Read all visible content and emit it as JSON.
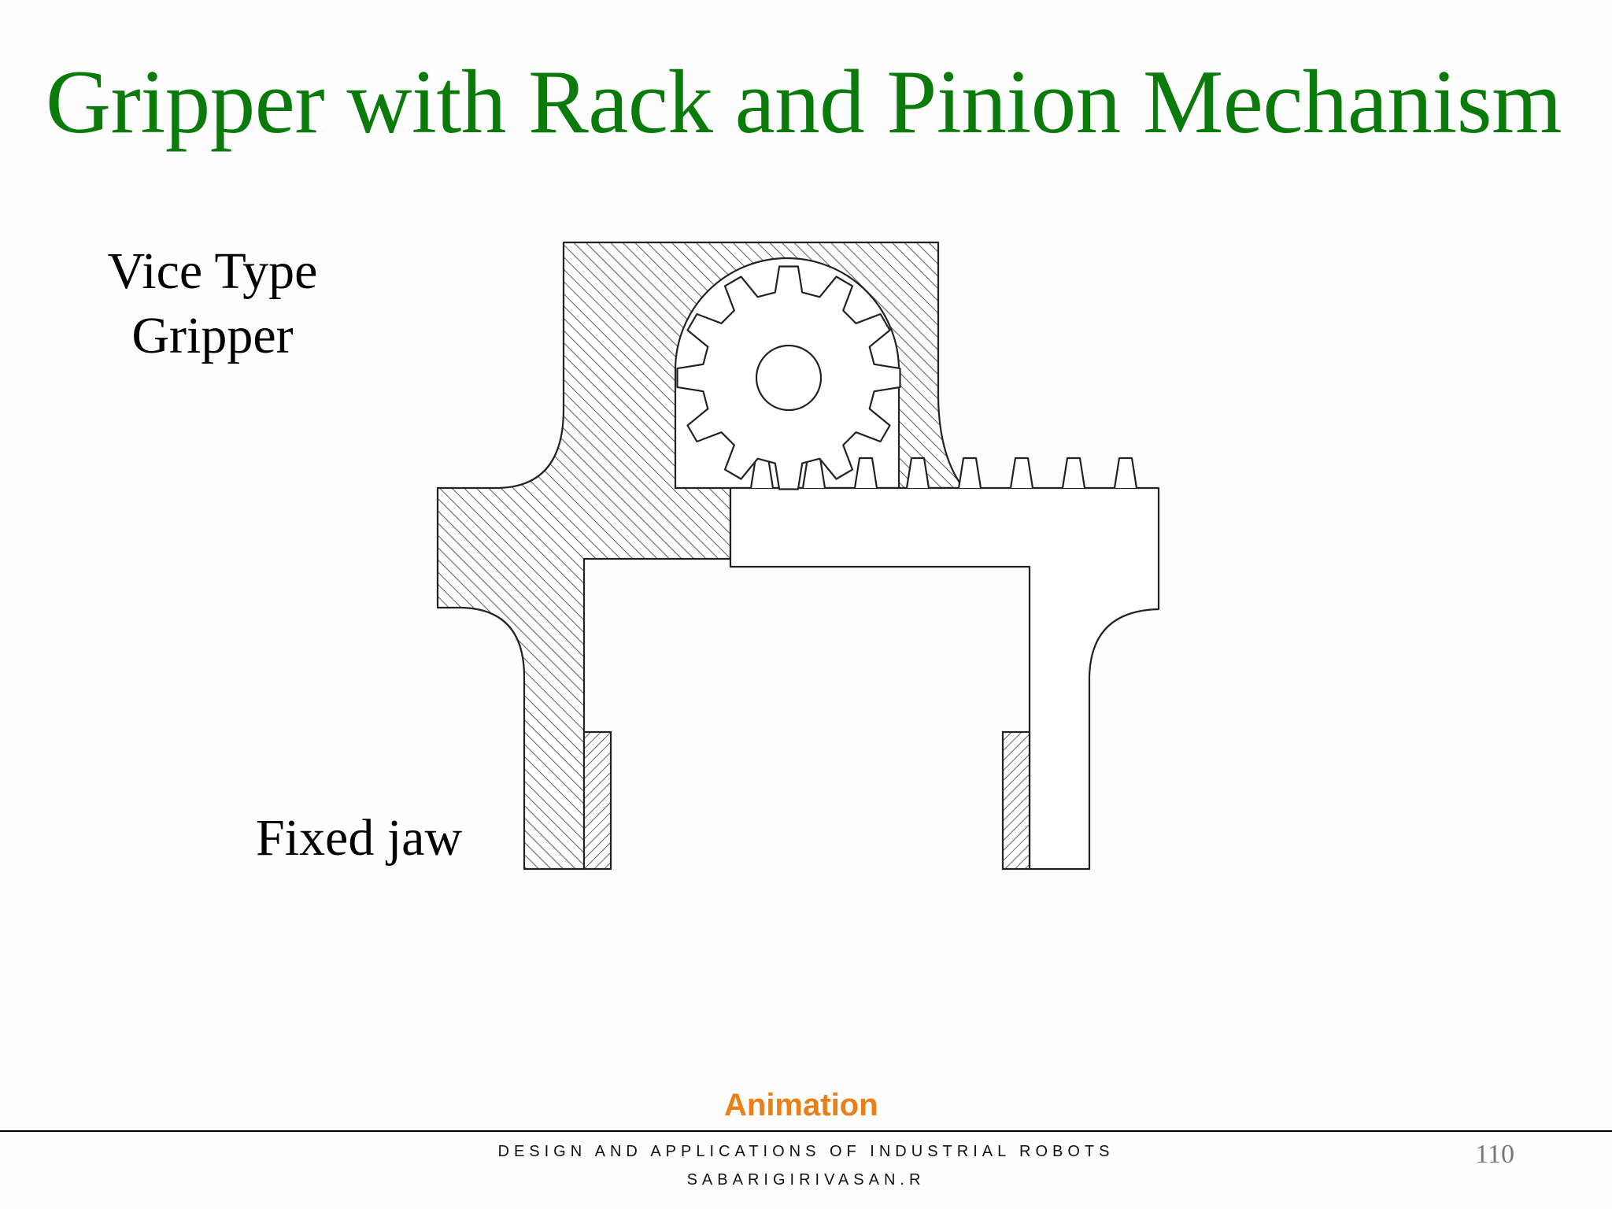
{
  "slide": {
    "title": "Gripper with Rack and Pinion Mechanism",
    "page_number": "110"
  },
  "diagram": {
    "label_type_line1": "Vice Type",
    "label_type_line2": "Gripper",
    "label_fixed_jaw": "Fixed jaw",
    "colors": {
      "stroke": "#222222",
      "hatch": "#333333",
      "fill": "#ffffff"
    }
  },
  "link": {
    "animation": "Animation"
  },
  "footer": {
    "course": "DESIGN AND APPLICATIONS OF INDUSTRIAL ROBOTS",
    "author": "SABARIGIRIVASAN.R"
  }
}
